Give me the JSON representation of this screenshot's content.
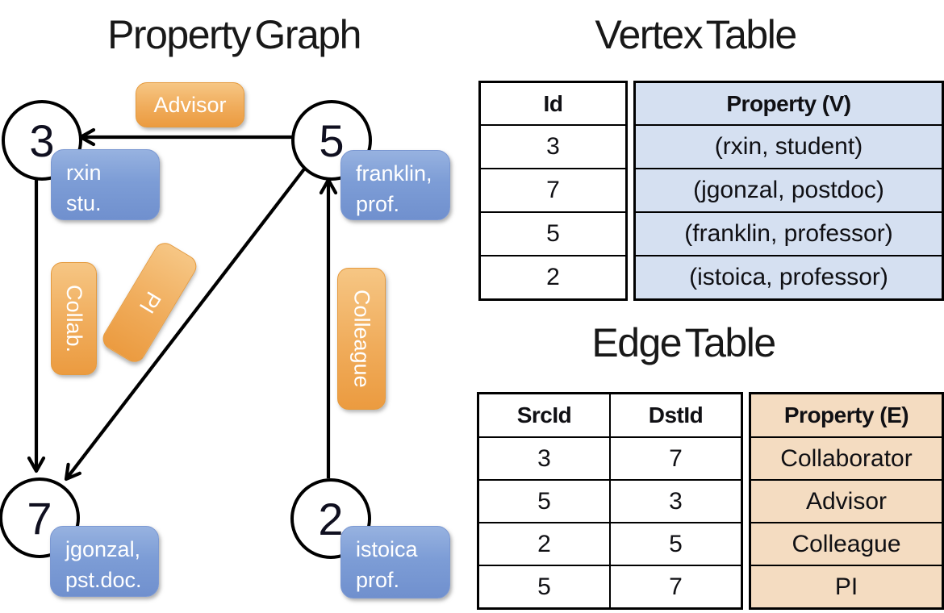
{
  "graph": {
    "title": "Property Graph",
    "nodes": [
      {
        "id": "3",
        "prop_line1": "rxin",
        "prop_line2": "stu."
      },
      {
        "id": "5",
        "prop_line1": "franklin,",
        "prop_line2": "prof."
      },
      {
        "id": "7",
        "prop_line1": "jgonzal,",
        "prop_line2": "pst.doc."
      },
      {
        "id": "2",
        "prop_line1": "istoica",
        "prop_line2": "prof."
      }
    ],
    "edge_labels": [
      {
        "label": "Advisor"
      },
      {
        "label": "Collab."
      },
      {
        "label": "PI"
      },
      {
        "label": "Colleague"
      }
    ]
  },
  "vertex_table": {
    "title": "Vertex Table",
    "headers": {
      "id": "Id",
      "property": "Property (V)"
    },
    "rows": [
      {
        "id": "3",
        "property": "(rxin, student)"
      },
      {
        "id": "7",
        "property": "(jgonzal, postdoc)"
      },
      {
        "id": "5",
        "property": "(franklin, professor)"
      },
      {
        "id": "2",
        "property": "(istoica, professor)"
      }
    ]
  },
  "edge_table": {
    "title": "Edge Table",
    "headers": {
      "src": "SrcId",
      "dst": "DstId",
      "property": "Property (E)"
    },
    "rows": [
      {
        "src": "3",
        "dst": "7",
        "property": "Collaborator"
      },
      {
        "src": "5",
        "dst": "3",
        "property": "Advisor"
      },
      {
        "src": "2",
        "dst": "5",
        "property": "Colleague"
      },
      {
        "src": "5",
        "dst": "7",
        "property": "PI"
      }
    ]
  },
  "colors": {
    "edge_label_orange_top": "#F6C684",
    "edge_label_orange_bottom": "#EB9B40",
    "vertex_label_blue_top": "#97B2E0",
    "vertex_label_blue_bottom": "#7090CE",
    "vertex_table_fill": "#D5E0F1",
    "edge_table_fill": "#F4DCC1",
    "ink": "#000000"
  }
}
